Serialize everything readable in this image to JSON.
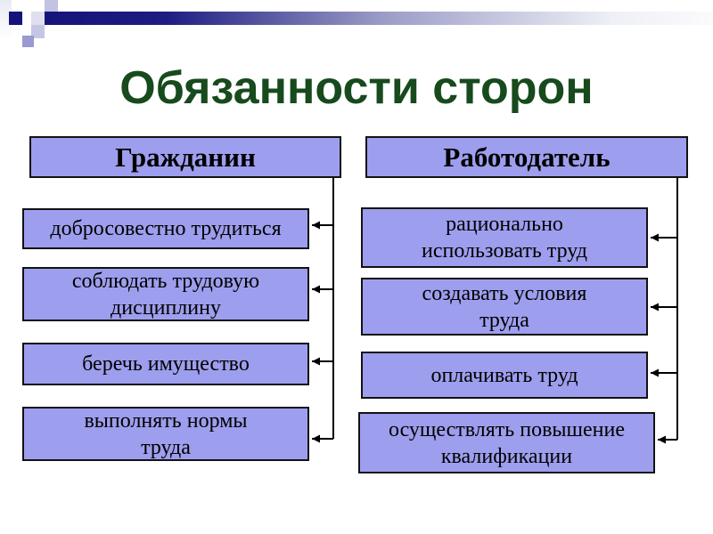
{
  "title": "Обязанности сторон",
  "columns": [
    {
      "header": "Гражданин",
      "items": [
        {
          "lines": [
            "добросовестно трудиться"
          ]
        },
        {
          "lines": [
            "соблюдать трудовую",
            "дисциплину"
          ]
        },
        {
          "lines": [
            "беречь имущество"
          ]
        },
        {
          "lines": [
            "выполнять нормы",
            "труда"
          ]
        }
      ]
    },
    {
      "header": "Работодатель",
      "items": [
        {
          "lines": [
            "рационально",
            "использовать труд"
          ]
        },
        {
          "lines": [
            "создавать условия",
            "труда"
          ]
        },
        {
          "lines": [
            "оплачивать труд"
          ]
        },
        {
          "lines": [
            "осуществлять повышение",
            "квалификации"
          ]
        }
      ]
    }
  ],
  "colors": {
    "title_color": "#174a1d",
    "box_fill": "#9e9eee",
    "box_border": "#121212",
    "accent_dark": "#14147a",
    "connector": "#000000"
  }
}
